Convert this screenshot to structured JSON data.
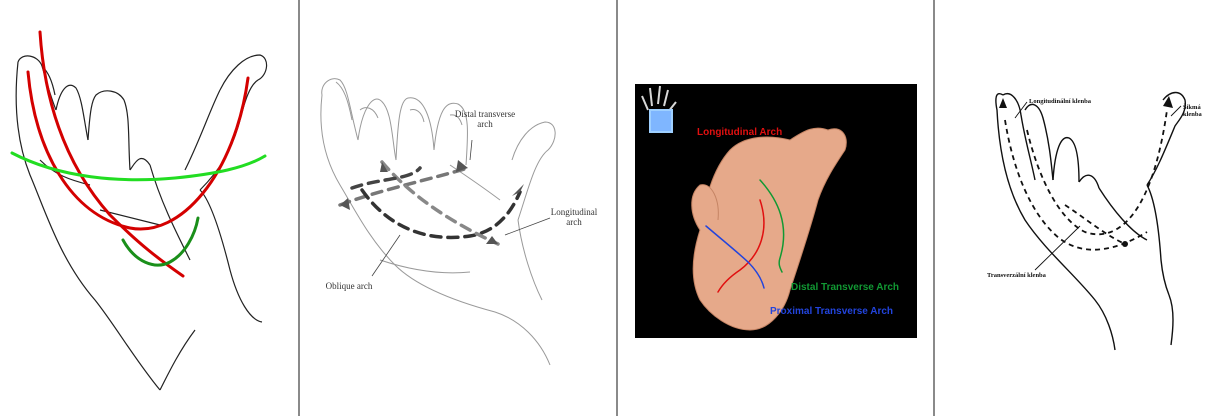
{
  "panels": [
    {
      "id": "panel-1",
      "labels": []
    },
    {
      "id": "panel-2",
      "labels": {
        "distal": "Distal transverse\narch",
        "longitudinal": "Longitudinal\narch",
        "oblique": "Oblique arch"
      }
    },
    {
      "id": "panel-3",
      "labels": {
        "longitudinal": "Longitudinal Arch",
        "distal": "Distal Transverse Arch",
        "proximal": "Proximal Transverse Arch"
      }
    },
    {
      "id": "panel-4",
      "labels": {
        "longitudinal": "Longitudinální klenba",
        "oblique": "Šikmá\nklenba",
        "transverse": "Transverzální klenba"
      }
    }
  ],
  "colors": {
    "red": "#d40000",
    "light_green": "#22dd22",
    "dark_green": "#1a8f1a",
    "blue": "#2244dd",
    "arch_red": "#e01010",
    "arch_green": "#119933",
    "skin": "#e6a98a",
    "divider": "#8a8a8a"
  }
}
